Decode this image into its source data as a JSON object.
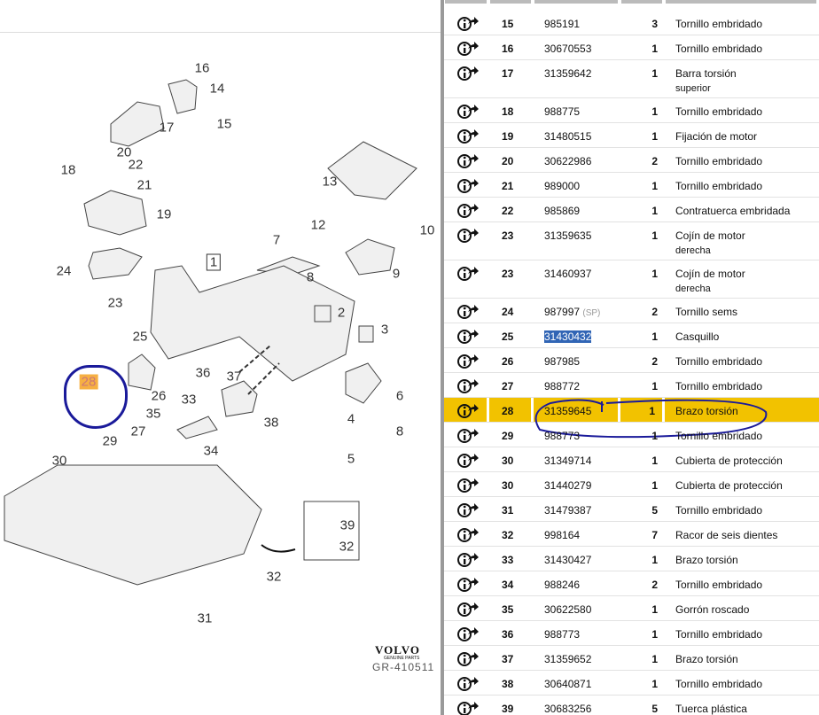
{
  "diagram": {
    "callouts": [
      "16",
      "14",
      "17",
      "15",
      "20",
      "22",
      "18",
      "21",
      "19",
      "12",
      "10",
      "7",
      "13",
      "1",
      "24",
      "9",
      "8",
      "23",
      "2",
      "25",
      "3",
      "36",
      "37",
      "28",
      "33",
      "26",
      "6",
      "35",
      "38",
      "4",
      "27",
      "8",
      "29",
      "34",
      "5",
      "30",
      "39",
      "32",
      "32",
      "31"
    ],
    "brand": "VOLVO",
    "brand_sub": "GENUINE PARTS",
    "ref": "GR-410511"
  },
  "parts": {
    "rows": [
      {
        "pos": "15",
        "part": "985191",
        "qty": "3",
        "desc": "Tornillo embridado"
      },
      {
        "pos": "16",
        "part": "30670553",
        "qty": "1",
        "desc": "Tornillo embridado"
      },
      {
        "pos": "17",
        "part": "31359642",
        "qty": "1",
        "desc": "Barra torsión",
        "desc2": "superior"
      },
      {
        "pos": "18",
        "part": "988775",
        "qty": "1",
        "desc": "Tornillo embridado"
      },
      {
        "pos": "19",
        "part": "31480515",
        "qty": "1",
        "desc": "Fijación de motor"
      },
      {
        "pos": "20",
        "part": "30622986",
        "qty": "2",
        "desc": "Tornillo embridado"
      },
      {
        "pos": "21",
        "part": "989000",
        "qty": "1",
        "desc": "Tornillo embridado"
      },
      {
        "pos": "22",
        "part": "985869",
        "qty": "1",
        "desc": "Contratuerca embridada"
      },
      {
        "pos": "23",
        "part": "31359635",
        "qty": "1",
        "desc": "Cojín de motor",
        "desc2": "derecha"
      },
      {
        "pos": "23",
        "part": "31460937",
        "qty": "1",
        "desc": "Cojín de motor",
        "desc2": "derecha"
      },
      {
        "pos": "24",
        "part": "987997",
        "sp": "(SP)",
        "qty": "2",
        "desc": "Tornillo sems"
      },
      {
        "pos": "25",
        "part": "31430432",
        "qty": "1",
        "desc": "Casquillo"
      },
      {
        "pos": "26",
        "part": "987985",
        "qty": "2",
        "desc": "Tornillo embridado"
      },
      {
        "pos": "27",
        "part": "988772",
        "qty": "1",
        "desc": "Tornillo embridado"
      },
      {
        "pos": "28",
        "part": "31359645",
        "qty": "1",
        "desc": "Brazo torsión"
      },
      {
        "pos": "29",
        "part": "988773",
        "qty": "1",
        "desc": "Tornillo embridado"
      },
      {
        "pos": "30",
        "part": "31349714",
        "qty": "1",
        "desc": "Cubierta de protección"
      },
      {
        "pos": "30",
        "part": "31440279",
        "qty": "1",
        "desc": "Cubierta de protección"
      },
      {
        "pos": "31",
        "part": "31479387",
        "qty": "5",
        "desc": "Tornillo embridado"
      },
      {
        "pos": "32",
        "part": "998164",
        "qty": "7",
        "desc": "Racor de seis dientes"
      },
      {
        "pos": "33",
        "part": "31430427",
        "qty": "1",
        "desc": "Brazo torsión"
      },
      {
        "pos": "34",
        "part": "988246",
        "qty": "2",
        "desc": "Tornillo embridado"
      },
      {
        "pos": "35",
        "part": "30622580",
        "qty": "1",
        "desc": "Gorrón roscado"
      },
      {
        "pos": "36",
        "part": "988773",
        "qty": "1",
        "desc": "Tornillo embridado"
      },
      {
        "pos": "37",
        "part": "31359652",
        "qty": "1",
        "desc": "Brazo torsión"
      },
      {
        "pos": "38",
        "part": "30640871",
        "qty": "1",
        "desc": "Tornillo embridado"
      },
      {
        "pos": "39",
        "part": "30683256",
        "qty": "5",
        "desc": "Tuerca plástica"
      }
    ],
    "selected_row": "28",
    "colors": {
      "selected": "#f2c200",
      "annotation": "#1a1a9a"
    }
  }
}
